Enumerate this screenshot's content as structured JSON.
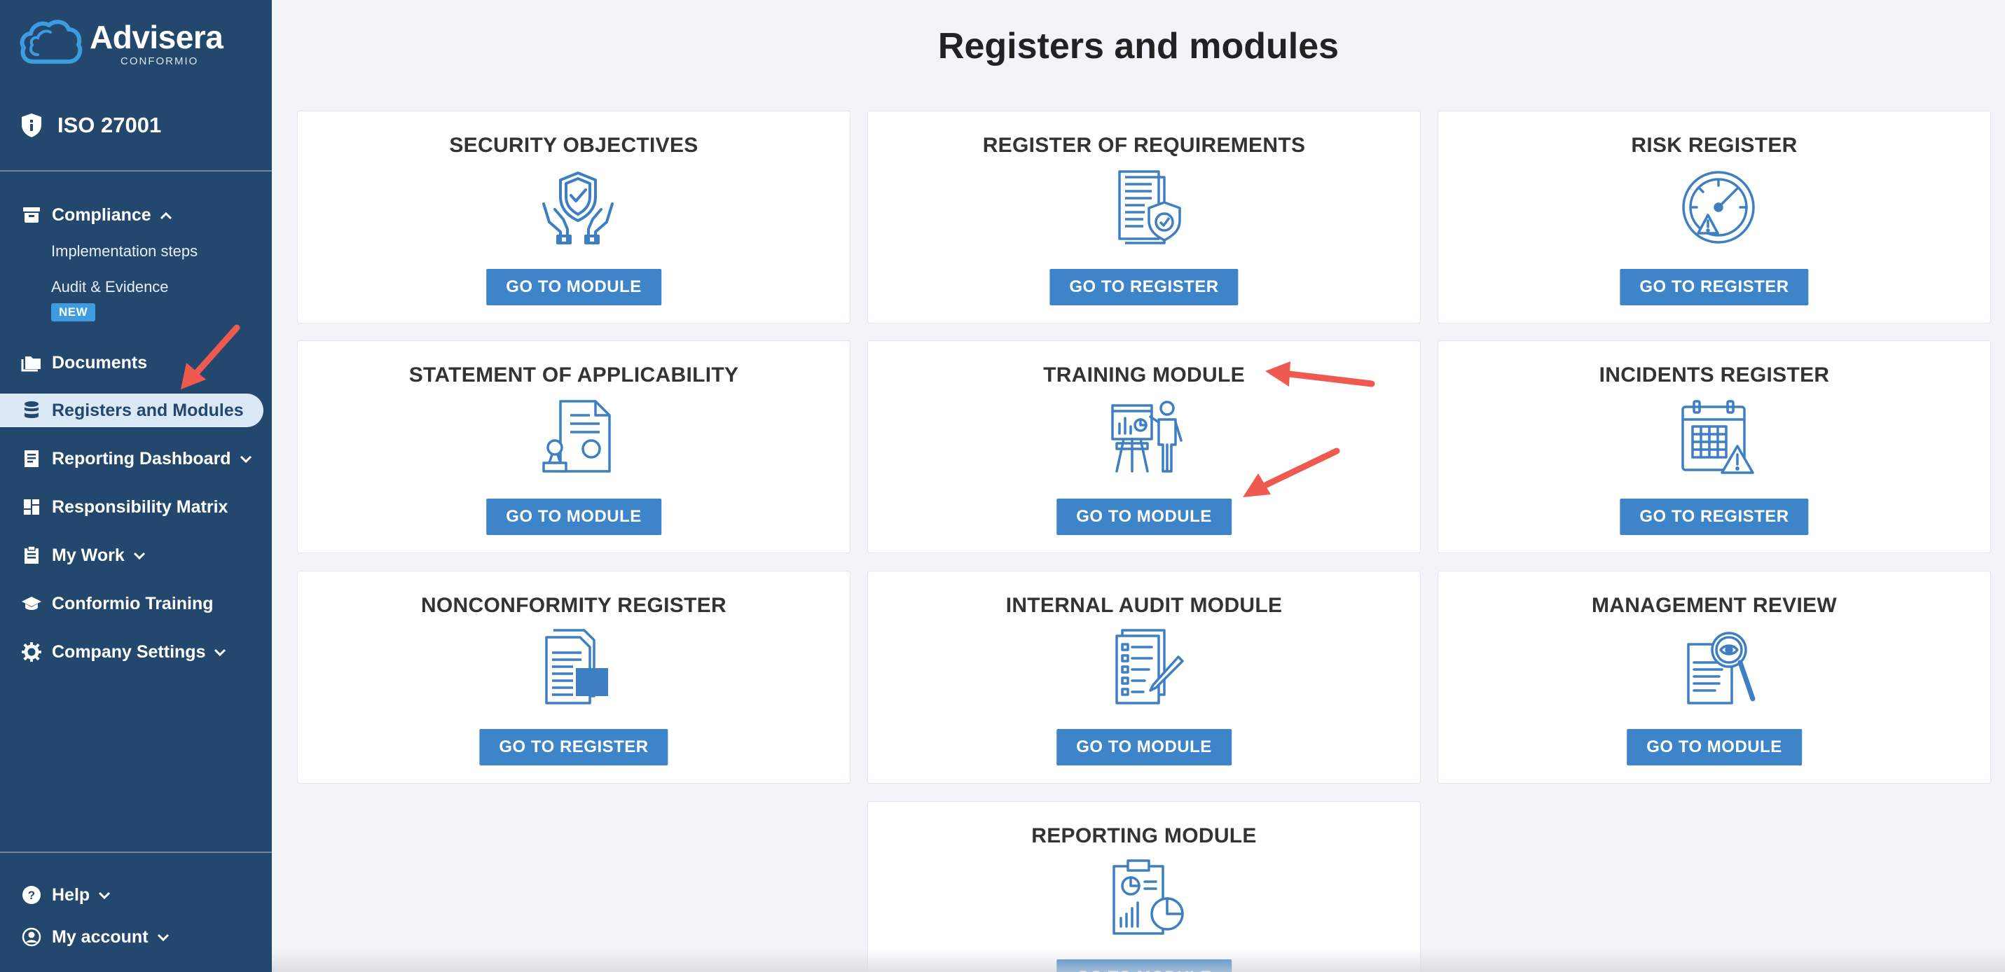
{
  "brand": {
    "name": "Advisera",
    "sub": "CONFORMIO"
  },
  "product": {
    "label": "ISO 27001"
  },
  "nav": {
    "compliance": "Compliance",
    "implementation_steps": "Implementation steps",
    "audit_evidence": "Audit & Evidence",
    "new_badge": "NEW",
    "documents": "Documents",
    "registers_modules": "Registers and Modules",
    "reporting_dashboard": "Reporting Dashboard",
    "responsibility_matrix": "Responsibility Matrix",
    "my_work": "My Work",
    "conformio_training": "Conformio Training",
    "company_settings": "Company Settings",
    "help": "Help",
    "my_account": "My account"
  },
  "page": {
    "title": "Registers and modules"
  },
  "cards": [
    {
      "title": "SECURITY OBJECTIVES",
      "button": "GO TO MODULE",
      "icon": "shield-hands-icon"
    },
    {
      "title": "REGISTER OF REQUIREMENTS",
      "button": "GO TO REGISTER",
      "icon": "document-shield-icon"
    },
    {
      "title": "RISK REGISTER",
      "button": "GO TO REGISTER",
      "icon": "risk-gauge-icon"
    },
    {
      "title": "STATEMENT OF APPLICABILITY",
      "button": "GO TO MODULE",
      "icon": "stamp-document-icon"
    },
    {
      "title": "TRAINING MODULE",
      "button": "GO TO MODULE",
      "icon": "presentation-icon"
    },
    {
      "title": "INCIDENTS REGISTER",
      "button": "GO TO REGISTER",
      "icon": "calendar-warning-icon"
    },
    {
      "title": "NONCONFORMITY REGISTER",
      "button": "GO TO REGISTER",
      "icon": "document-block-icon"
    },
    {
      "title": "INTERNAL AUDIT MODULE",
      "button": "GO TO MODULE",
      "icon": "checklist-pen-icon"
    },
    {
      "title": "MANAGEMENT REVIEW",
      "button": "GO TO MODULE",
      "icon": "document-magnifier-icon"
    },
    {
      "title": "REPORTING MODULE",
      "button": "GO TO MODULE",
      "icon": "report-chart-icon"
    }
  ],
  "colors": {
    "sidebar": "#23476d",
    "button": "#3e84c8",
    "icon": "#3e7fc4",
    "arrow": "#ee5a4f",
    "active_bg": "#dbe8f6"
  }
}
